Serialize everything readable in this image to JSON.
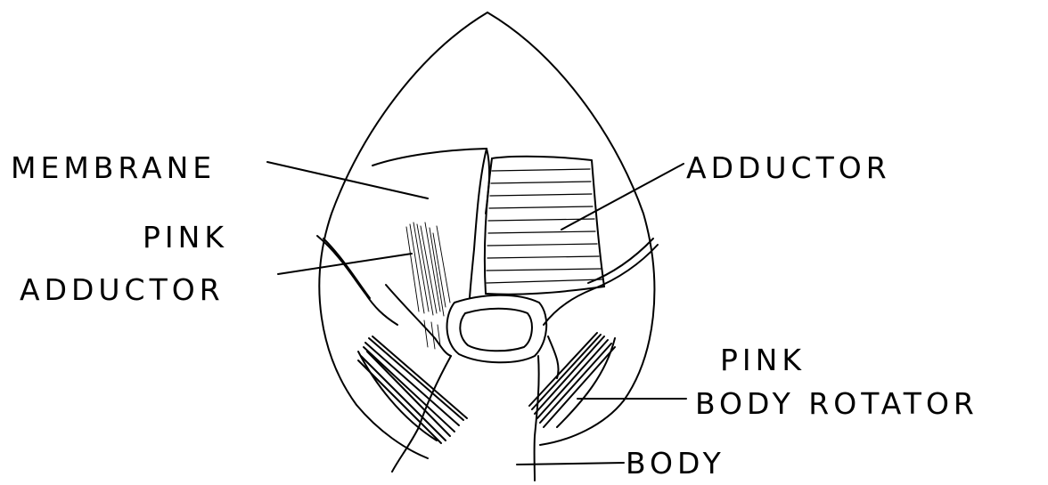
{
  "labels": {
    "membrane": "MEMBRANE",
    "adductor": "ADDUCTOR",
    "pink_adductor_line1": "PINK",
    "pink_adductor_line2": "ADDUCTOR",
    "pink_body_rotator_line1": "PINK",
    "pink_body_rotator_line2": "BODY ROTATOR",
    "body": "BODY"
  },
  "colors": {
    "ink": "#000000",
    "paper": "#ffffff"
  }
}
